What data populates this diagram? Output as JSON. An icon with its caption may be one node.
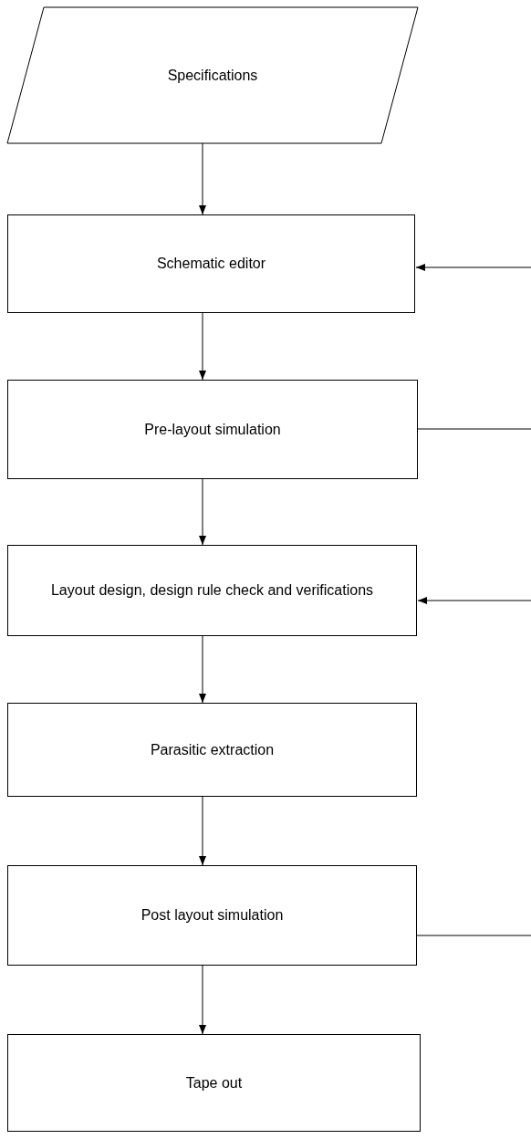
{
  "diagram": {
    "nodes": [
      {
        "text": [
          "Specifications"
        ]
      },
      {
        "text": [
          "Schematic editor"
        ]
      },
      {
        "text": [
          "Pre-layout simulation"
        ]
      },
      {
        "text": [
          "Layout design, design rule check and verifications"
        ]
      },
      {
        "text": [
          "Parasitic extraction"
        ]
      },
      {
        "text": [
          "Post layout simulation"
        ]
      },
      {
        "text": [
          "Tape out"
        ]
      }
    ],
    "edges": [
      {
        "from": 0,
        "to": 1,
        "arrow": "to"
      },
      {
        "from": 1,
        "to": 2,
        "arrow": "to"
      },
      {
        "from": 2,
        "to": 3,
        "arrow": "to"
      },
      {
        "from": 3,
        "to": 4,
        "arrow": "to"
      },
      {
        "from": 4,
        "to": 5,
        "arrow": "to"
      },
      {
        "from": 5,
        "to": 6,
        "arrow": "to"
      },
      {
        "from": null,
        "to": 1,
        "arrow": "to"
      },
      {
        "from": 2,
        "to": null,
        "arrow": "none"
      },
      {
        "from": null,
        "to": 3,
        "arrow": "to"
      },
      {
        "from": 5,
        "to": null,
        "arrow": "none"
      }
    ]
  }
}
